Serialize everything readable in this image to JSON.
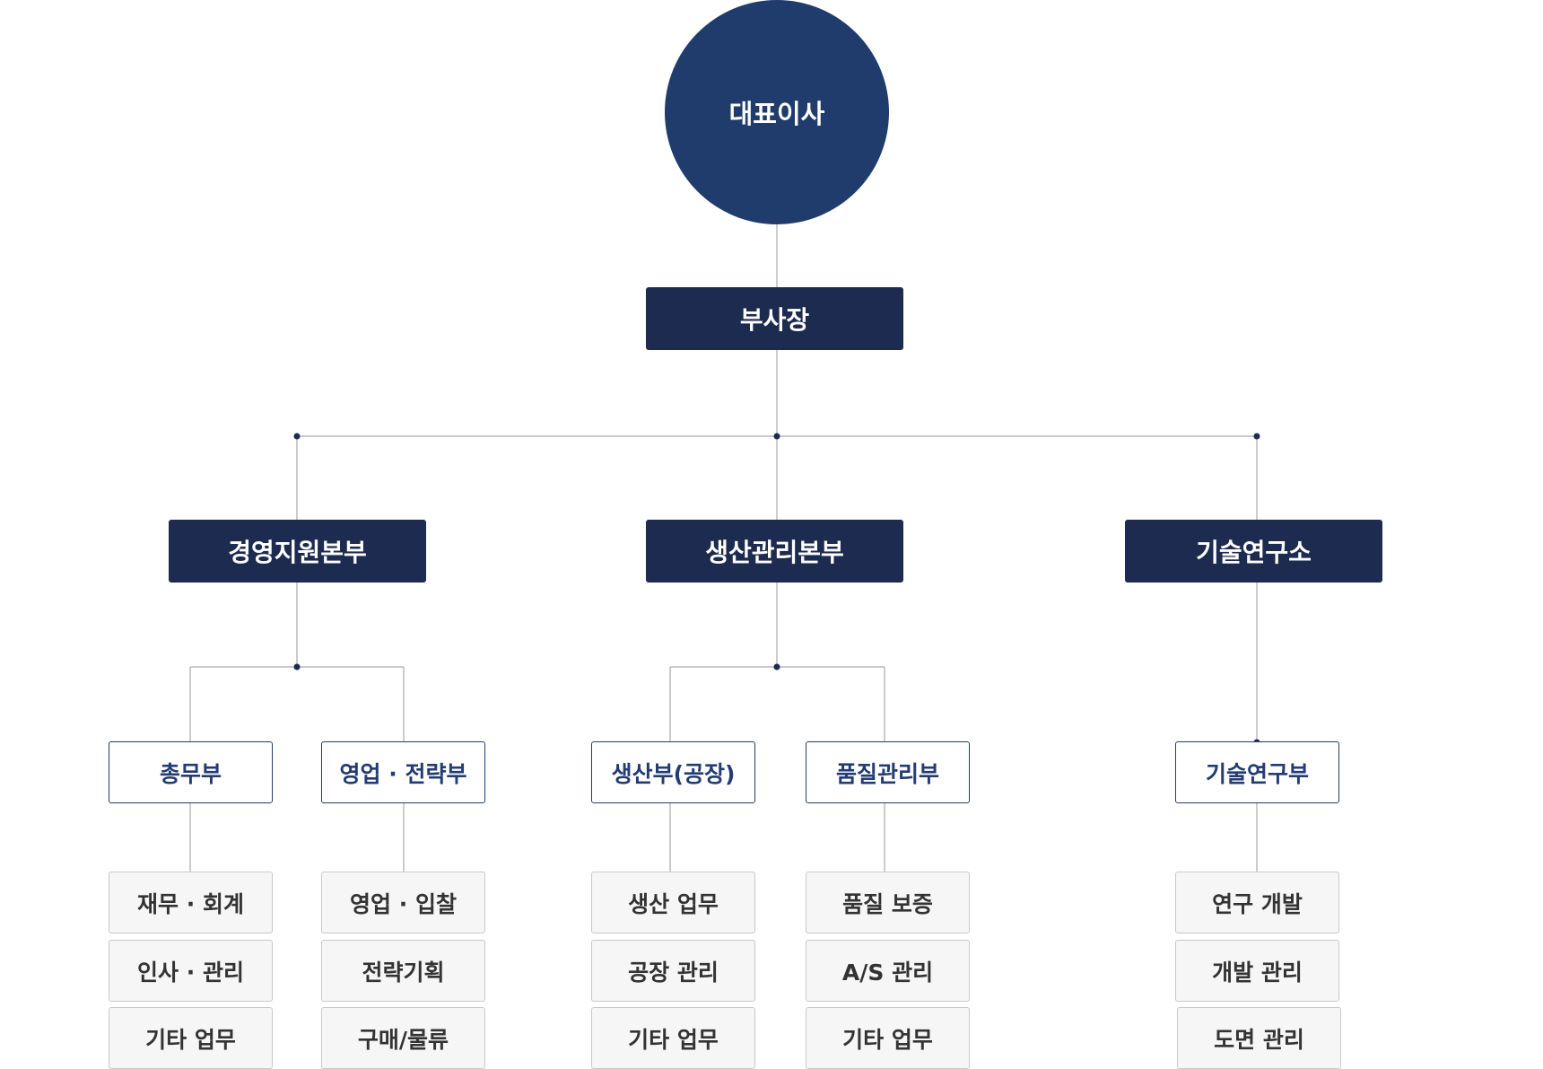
{
  "ceo": "대표이사",
  "vice_president": "부사장",
  "divisions": [
    {
      "name": "경영지원본부",
      "departments": [
        {
          "name": "총무부",
          "tasks": [
            "재무 · 회계",
            "인사 · 관리",
            "기타 업무"
          ]
        },
        {
          "name": "영업 · 전략부",
          "tasks": [
            "영업 · 입찰",
            "전략기획",
            "구매/물류"
          ]
        }
      ]
    },
    {
      "name": "생산관리본부",
      "departments": [
        {
          "name": "생산부(공장)",
          "tasks": [
            "생산 업무",
            "공장 관리",
            "기타 업무"
          ]
        },
        {
          "name": "품질관리부",
          "tasks": [
            "품질 보증",
            "A/S 관리",
            "기타 업무"
          ]
        }
      ]
    },
    {
      "name": "기술연구소",
      "departments": [
        {
          "name": "기술연구부",
          "tasks": [
            "연구 개발",
            "개발 관리",
            "도면 관리"
          ]
        }
      ]
    }
  ],
  "colors": {
    "ceo_fill": "#1f3c6d",
    "division_fill": "#1c2b4f",
    "department_text": "#233c72",
    "task_fill": "#f6f6f6",
    "connector": "#aaaaaa",
    "junction_dot": "#1c2b4f"
  }
}
